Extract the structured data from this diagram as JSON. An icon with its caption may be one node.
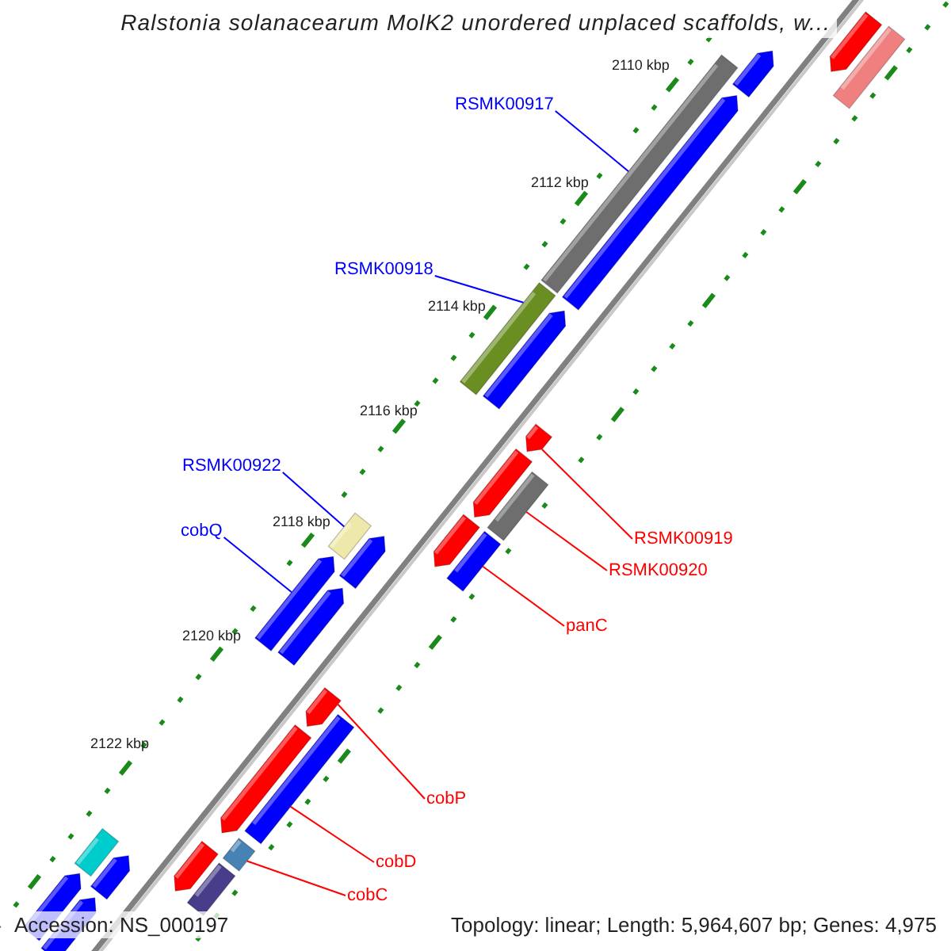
{
  "diagram": {
    "title": "Ralstonia solanacearum MolK2 unordered unplaced scaffolds, w...",
    "nodes": [
      {
        "text": [
          "RSMK00917"
        ]
      },
      {
        "text": [
          "RSMK00918"
        ]
      },
      {
        "text": [
          "RSMK00922"
        ]
      },
      {
        "text": [
          "cobQ"
        ]
      },
      {
        "text": [
          "RSMK00919"
        ]
      },
      {
        "text": [
          "RSMK00920"
        ]
      },
      {
        "text": [
          "panC"
        ]
      },
      {
        "text": [
          "cobP"
        ]
      },
      {
        "text": [
          "cobD"
        ]
      },
      {
        "text": [
          "cobC"
        ]
      },
      {
        "text": [],
        "shape": "pentagon"
      },
      {
        "text": [],
        "shape": "bar"
      },
      {
        "text": [],
        "shape": "pentagon"
      },
      {
        "text": [],
        "shape": "bar"
      },
      {
        "text": [],
        "shape": "pentagon"
      },
      {
        "text": [],
        "shape": "bar"
      },
      {
        "text": [],
        "shape": "pentagon"
      },
      {
        "text": [],
        "shape": "pentagon"
      },
      {
        "text": [],
        "shape": "pentagon"
      },
      {
        "text": [],
        "shape": "bar"
      },
      {
        "text": [],
        "shape": "bar"
      },
      {
        "text": [],
        "shape": "pentagon"
      },
      {
        "text": [],
        "shape": "pentagon"
      },
      {
        "text": [],
        "shape": "bar"
      },
      {
        "text": [],
        "shape": "pentagon"
      },
      {
        "text": [],
        "shape": "pentagon"
      },
      {
        "text": [],
        "shape": "pentagon"
      },
      {
        "text": [],
        "shape": "bar"
      },
      {
        "text": [],
        "shape": "pentagon"
      },
      {
        "text": [],
        "shape": "bar"
      },
      {
        "text": [],
        "shape": "bar"
      },
      {
        "text": [],
        "shape": "pentagon"
      },
      {
        "text": [],
        "shape": "pentagon"
      },
      {
        "text": [],
        "shape": "bar"
      },
      {
        "text": [],
        "shape": "pentagon"
      },
      {
        "text": [],
        "shape": "pentagon"
      }
    ],
    "edges": [
      {
        "from": 0,
        "to": 13,
        "arrow": "none",
        "color": "#0000ff"
      },
      {
        "from": 1,
        "to": 15,
        "arrow": "none",
        "color": "#0000ff"
      },
      {
        "from": 2,
        "to": 20,
        "arrow": "none",
        "color": "#0000ff"
      },
      {
        "from": 3,
        "to": 24,
        "arrow": "none",
        "color": "#0000ff"
      },
      {
        "from": 4,
        "to": 17,
        "arrow": "none"
      },
      {
        "from": 5,
        "to": 19,
        "arrow": "none"
      },
      {
        "from": 6,
        "to": 23,
        "arrow": "none"
      },
      {
        "from": 7,
        "to": 26,
        "arrow": "none"
      },
      {
        "from": 8,
        "to": 27,
        "arrow": "none"
      },
      {
        "from": 9,
        "to": 30,
        "arrow": "none"
      }
    ],
    "labels": [
      "2110 kbp",
      "2112 kbp",
      "2114 kbp",
      "2116 kbp",
      "2118 kbp",
      "2120 kbp",
      "2122 kbp",
      "Accession: NS_000197",
      "Topology: linear; Length: 5,964,607 bp; Genes: 4,975"
    ]
  }
}
